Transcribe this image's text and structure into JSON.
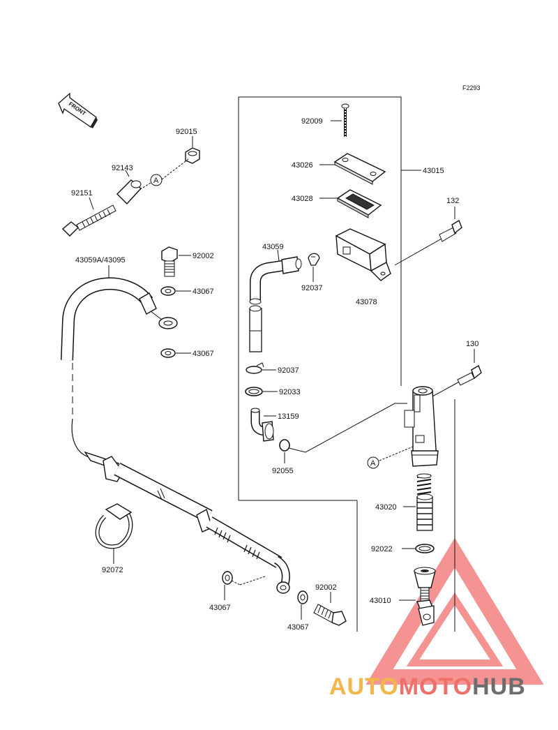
{
  "diagram": {
    "code": "F2293",
    "front_label": "FRONT",
    "callout_a": "A",
    "parts": {
      "p92015": "92015",
      "p92143": "92143",
      "p92151": "92151",
      "p43059": "43059A/43095",
      "p92002a": "92002",
      "p43067a": "43067",
      "p43067b": "43067",
      "p92072": "92072",
      "p43067c": "43067",
      "p92002b": "92002",
      "p43067d": "43067",
      "p92009": "92009",
      "p43026": "43026",
      "p43015": "43015",
      "p43028": "43028",
      "p132": "132",
      "p43059b": "43059",
      "p92037a": "92037",
      "p43078": "43078",
      "p92037b": "92037",
      "p92033": "92033",
      "p13159": "13159",
      "p92055": "92055",
      "p130": "130",
      "p43020": "43020",
      "p92022": "92022",
      "p43010": "43010"
    }
  },
  "watermark": {
    "part1": "AUTO",
    "part2": "MOTO",
    "part3": "HUB",
    "colors": {
      "auto": "#f2b64a",
      "moto": "#ef6f6a",
      "hub": "#6d6d6d",
      "triangle": "#ee3b3b"
    }
  }
}
